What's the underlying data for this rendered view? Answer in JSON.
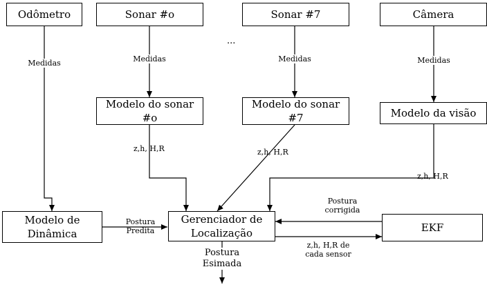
{
  "diagram": {
    "boxes": {
      "odometro": "Odômetro",
      "sonar0": "Sonar #o",
      "sonar7": "Sonar #7",
      "camera": "Câmera",
      "modelo_sonar0": "Modelo do sonar #o",
      "modelo_sonar7": "Modelo do sonar #7",
      "modelo_visao": "Modelo da visão",
      "modelo_dinamica_l1": "Modelo de",
      "modelo_dinamica_l2": "Dinâmica",
      "gerenciador_l1": "Gerenciador de",
      "gerenciador_l2": "Localização",
      "ekf": "EKF"
    },
    "labels": {
      "medidas": "Medidas",
      "ellipsis": "...",
      "zhHR": "z,h, H,R",
      "postura_predita_l1": "Postura",
      "postura_predita_l2": "Predita",
      "postura_corrigida_l1": "Postura",
      "postura_corrigida_l2": "corrigida",
      "zhHR_cada_l1": "z,h, H,R de",
      "zhHR_cada_l2": "cada sensor",
      "postura_estimada_l1": "Postura",
      "postura_estimada_l2": "Esimada"
    }
  }
}
